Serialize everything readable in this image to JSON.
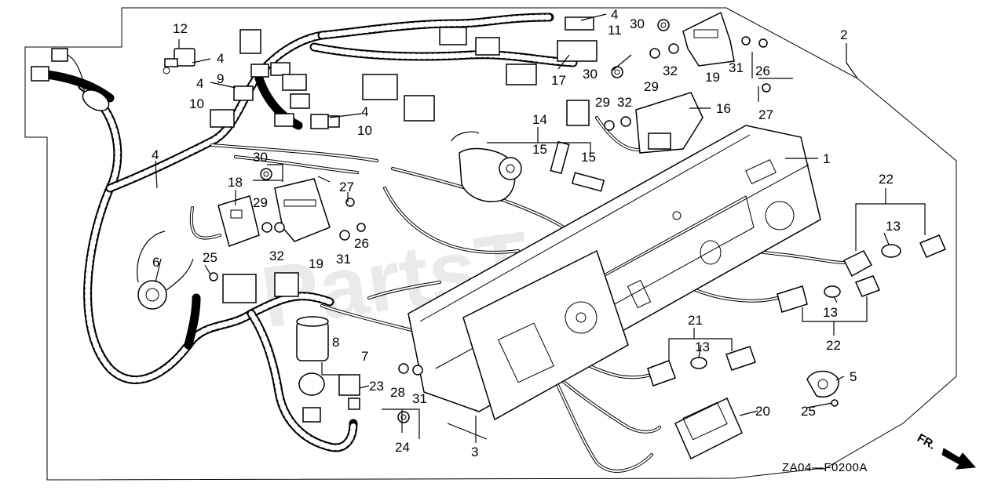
{
  "diagram": {
    "diagram_code": "ZA04—F0200A",
    "direction_label": "FR.",
    "watermark": "PartsTree",
    "callouts": [
      {
        "id": "c1",
        "label": "1"
      },
      {
        "id": "c2",
        "label": "2"
      },
      {
        "id": "c3",
        "label": "3"
      },
      {
        "id": "c4a",
        "label": "4"
      },
      {
        "id": "c4b",
        "label": "4"
      },
      {
        "id": "c4c",
        "label": "4"
      },
      {
        "id": "c4d",
        "label": "4"
      },
      {
        "id": "c4e",
        "label": "4"
      },
      {
        "id": "c5",
        "label": "5"
      },
      {
        "id": "c6",
        "label": "6"
      },
      {
        "id": "c7",
        "label": "7"
      },
      {
        "id": "c8",
        "label": "8"
      },
      {
        "id": "c9",
        "label": "9"
      },
      {
        "id": "c10a",
        "label": "10"
      },
      {
        "id": "c10b",
        "label": "10"
      },
      {
        "id": "c11",
        "label": "11"
      },
      {
        "id": "c12",
        "label": "12"
      },
      {
        "id": "c13a",
        "label": "13"
      },
      {
        "id": "c13b",
        "label": "13"
      },
      {
        "id": "c13c",
        "label": "13"
      },
      {
        "id": "c14",
        "label": "14"
      },
      {
        "id": "c15a",
        "label": "15"
      },
      {
        "id": "c15b",
        "label": "15"
      },
      {
        "id": "c16",
        "label": "16"
      },
      {
        "id": "c17",
        "label": "17"
      },
      {
        "id": "c18",
        "label": "18"
      },
      {
        "id": "c19a",
        "label": "19"
      },
      {
        "id": "c19b",
        "label": "19"
      },
      {
        "id": "c20",
        "label": "20"
      },
      {
        "id": "c21",
        "label": "21"
      },
      {
        "id": "c22a",
        "label": "22"
      },
      {
        "id": "c22b",
        "label": "22"
      },
      {
        "id": "c23",
        "label": "23"
      },
      {
        "id": "c24",
        "label": "24"
      },
      {
        "id": "c25a",
        "label": "25"
      },
      {
        "id": "c25b",
        "label": "25"
      },
      {
        "id": "c26a",
        "label": "26"
      },
      {
        "id": "c26b",
        "label": "26"
      },
      {
        "id": "c27a",
        "label": "27"
      },
      {
        "id": "c27b",
        "label": "27"
      },
      {
        "id": "c28",
        "label": "28"
      },
      {
        "id": "c29a",
        "label": "29"
      },
      {
        "id": "c29b",
        "label": "29"
      },
      {
        "id": "c29c",
        "label": "29"
      },
      {
        "id": "c30a",
        "label": "30"
      },
      {
        "id": "c30b",
        "label": "30"
      },
      {
        "id": "c30c",
        "label": "30"
      },
      {
        "id": "c31a",
        "label": "31"
      },
      {
        "id": "c31b",
        "label": "31"
      },
      {
        "id": "c31c",
        "label": "31"
      },
      {
        "id": "c32a",
        "label": "32"
      },
      {
        "id": "c32b",
        "label": "32"
      },
      {
        "id": "c32c",
        "label": "32"
      }
    ]
  }
}
